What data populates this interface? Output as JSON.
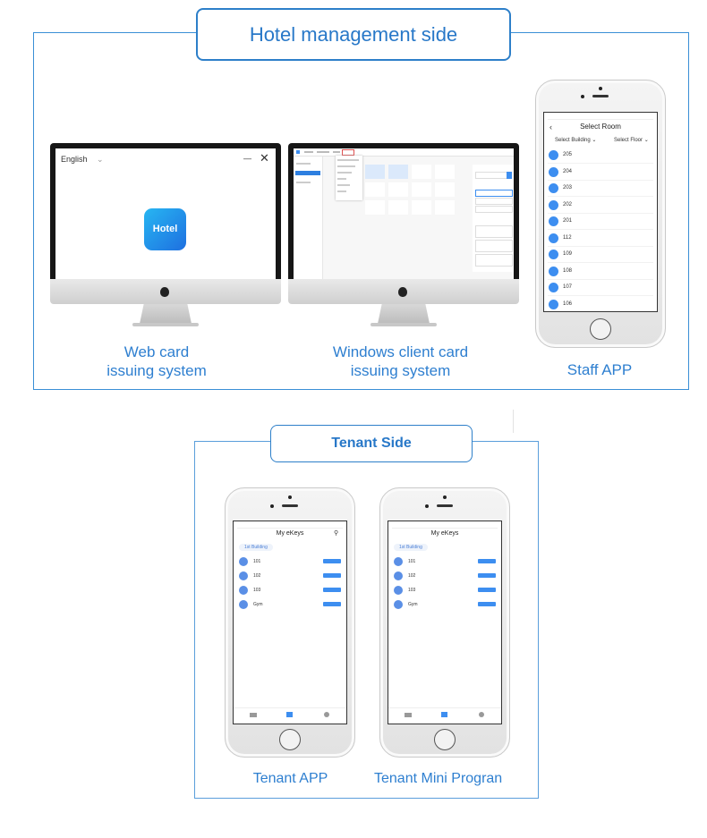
{
  "hotel": {
    "title": "Hotel management side",
    "web": {
      "caption_line1": "Web card",
      "caption_line2": "issuing system",
      "language": "English",
      "logo_text": "Hotel"
    },
    "windows": {
      "caption_line1": "Windows client card",
      "caption_line2": "issuing system"
    },
    "staff": {
      "caption": "Staff APP",
      "screen_title": "Select Room",
      "filter_building": "Select Building",
      "filter_floor": "Select Floor",
      "rooms": [
        "205",
        "204",
        "203",
        "202",
        "201",
        "112",
        "109",
        "108",
        "107",
        "106"
      ]
    }
  },
  "tenant": {
    "title": "Tenant Side",
    "app": {
      "caption": "Tenant APP",
      "screen_title": "My eKeys",
      "building_tag": "1st Building",
      "keys": [
        "101",
        "102",
        "103",
        "Gym"
      ]
    },
    "mini": {
      "caption": "Tenant Mini Progran",
      "screen_title": "My eKeys",
      "building_tag": "1st Building",
      "keys": [
        "101",
        "102",
        "103",
        "Gym"
      ]
    }
  },
  "colors": {
    "frame": "#3a8fd6",
    "caption": "#2e7fd0",
    "accent": "#3d8ef0"
  },
  "icons": [
    "apple-logo-icon",
    "close-icon",
    "minimize-icon",
    "chevron-down-icon",
    "door-icon",
    "search-icon",
    "back-arrow-icon"
  ]
}
